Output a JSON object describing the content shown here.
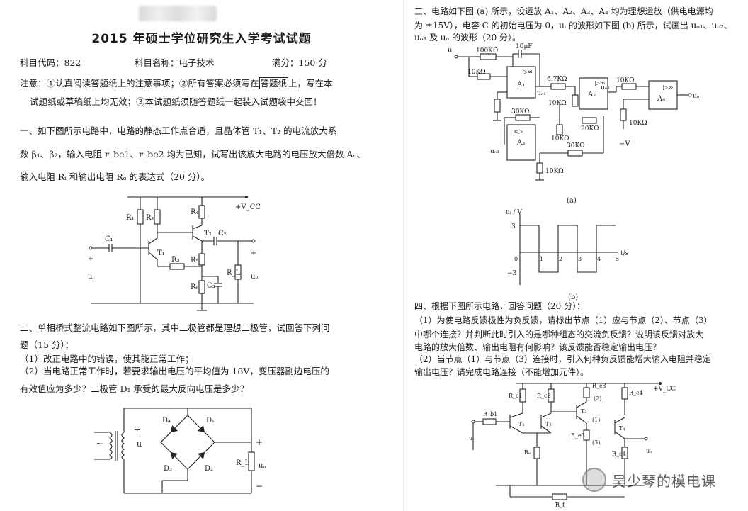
{
  "header": {
    "title": "2015 年硕士学位研究生入学考试试题",
    "code_label": "科目代码：822",
    "name_label": "科目名称：电子技术",
    "score_label": "满分：150 分"
  },
  "notice": {
    "line1_a": "注意：①认真阅读答题纸上的注意事项；②所有答案必须写在",
    "line1_box": "答题纸",
    "line1_b": "上，写在本",
    "line2": "试题纸或草稿纸上均无效；③本试题纸须随答题纸一起装入试题袋中交回！"
  },
  "q1": {
    "line1": "一、如下图所示电路中，电路的静态工作点合适，且晶体管 T₁、T₂ 的电流放大系",
    "line2": "数 β₁、β₂，输入电阻 r_be1、r_be2 均为已知，试写出该放大电路的电压放大倍数 Aᵤ、",
    "line3": "输入电阻 Rᵢ 和输出电阻 Rₒ 的表达式（20 分）。",
    "labels": {
      "vcc": "+V_CC",
      "r1": "R₁",
      "r2": "R₂",
      "r3": "R₃",
      "r4": "R₄",
      "r5": "R₅",
      "r6": "R₆",
      "c1": "C₁",
      "c2": "C₂",
      "c3": "C₃",
      "t1": "T₁",
      "t2": "T₂",
      "rl": "R_L",
      "ui": "uᵢ",
      "uo": "uₒ",
      "plus": "+",
      "minus": "−"
    }
  },
  "q2": {
    "line1": "二、单相桥式整流电路如下图所示，其中二极管都是理想二极管，试回答下列问",
    "line2": "题（15 分）：",
    "item1": "（1）改正电路中的错误，使其能正常工作；",
    "item2a": "（2）当电路正常工作时，若要求输出电压的平均值为 18V，变压器副边电压的",
    "item2b": "有效值应为多少？二极管 D₁ 承受的最大反向电压是多少？",
    "labels": {
      "d1": "D₁",
      "d2": "D₂",
      "d3": "D₃",
      "d4": "D₄",
      "u": "u",
      "rl": "R_L",
      "uo": "uₒ",
      "ac": "~",
      "plus": "+",
      "minus": "−"
    }
  },
  "q3": {
    "line1": "三、电路如下图 (a) 所示，设运放 A₁、A₂、A₃、A₄ 均为理想运放（供电电源均",
    "line2": "为 ±15V），电容 C 的初始电压为 0，uᵢ 的波形如下图 (b) 所示，试画出 uₒ₁、uₒ₂、",
    "line3": "uₒ₃ 及 uₒ 的波形（20 分）。",
    "labels": {
      "r1": "100KΩ",
      "c": "10μF",
      "r2": "10KΩ",
      "r3": "6.7KΩ",
      "r4": "10KΩ",
      "r5": "30KΩ",
      "r6": "10KΩ",
      "r7": "10KΩ",
      "r8": "30KΩ",
      "r9": "10KΩ",
      "r10": "10KΩ",
      "r11": "10KΩ",
      "rx": "20KΩ",
      "neg_v": "−V",
      "a1": "A₁",
      "a2": "A₂",
      "a3": "A₃",
      "a4": "A₄",
      "ui": "uᵢ",
      "uo1": "uₒ₁",
      "uo2": "uₒ₂",
      "uo3": "uₒ₃",
      "uo": "uₒ",
      "cap_a": "(a)"
    },
    "wave": {
      "ylabel": "uᵢ / V",
      "xlabel": "t/s",
      "ticks_x": [
        "0",
        "1",
        "2",
        "3",
        "4",
        "5"
      ],
      "ticks_y": [
        "3",
        "−3"
      ],
      "cap_b": "(b)"
    }
  },
  "q4": {
    "line1": "四、根据下图所示电路，回答问题（20 分）：",
    "item1a": "（1）为使电路反馈极性为负反馈，请标出节点（1）应与节点（2）、节点（3）",
    "item1b": "中哪个连接？并判断此时引入的是哪种组态的交流负反馈？说明该反馈对放大",
    "item1c": "电路的放大倍数、输出电阻有何影响？该反馈能否稳定输出电压？",
    "item2a": "（2）当节点（1）与节点（3）连接时，引入何种负反馈能增大输入电阻并稳定",
    "item2b": "输出电压？请完成电路连接（不能增加元件）。",
    "labels": {
      "vcc": "+V_CC",
      "rb1": "R_b1",
      "rc1": "R_c1",
      "rc2": "R_c2",
      "rc3": "R_c3",
      "rc4": "R_c4",
      "re": "Rₑ",
      "re3": "R_e3",
      "re4": "R_e4",
      "rf": "R_f",
      "t1": "T₁",
      "t2": "T₂",
      "t3": "T₃",
      "t4": "T₄",
      "n1": "(1)",
      "n2": "(2)",
      "n3": "(3)",
      "ui": "uᵢ",
      "uo": "uₒ"
    }
  },
  "watermark": {
    "text": "吴少琴的模电课"
  }
}
